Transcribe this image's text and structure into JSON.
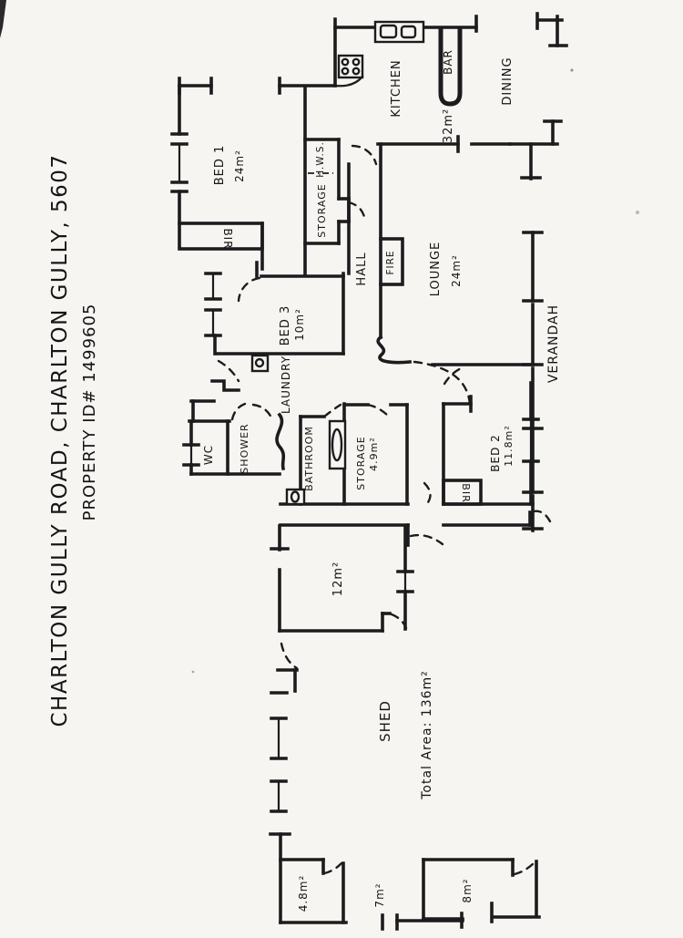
{
  "meta": {
    "paper_color": "#f6f5f1",
    "ink_color": "#1c1c1e"
  },
  "title": {
    "address": "CHARLTON GULLY ROAD, CHARLTON GULLY, 5607",
    "property_id": "PROPERTY ID# 1499605"
  },
  "rooms": {
    "bed1": {
      "name": "BED 1",
      "area": "24m²"
    },
    "bed2": {
      "name": "BED 2",
      "area": "11.8m²"
    },
    "bed3": {
      "name": "BED 3",
      "area": "10m²"
    },
    "kitchen": {
      "name": "KITCHEN"
    },
    "bar": {
      "name": "BAR",
      "area": "32m²"
    },
    "dining": {
      "name": "DINING"
    },
    "lounge": {
      "name": "LOUNGE",
      "area": "24m²"
    },
    "hall": {
      "name": "HALL"
    },
    "fireplace": {
      "name": "FIRE"
    },
    "storage_closet": {
      "name": "STORAGE",
      "hws": "H.W.S."
    },
    "laundry": {
      "name": "LAUNDRY"
    },
    "wc": {
      "name": "WC"
    },
    "shower": {
      "name": "SHOWER"
    },
    "bathroom": {
      "name": "BATHROOM"
    },
    "storage_room": {
      "name": "STORAGE",
      "area": "4.9m²"
    },
    "bir_bed1": {
      "name": "BIR"
    },
    "bir_bed2": {
      "name": "BIR"
    },
    "verandah": {
      "name": "VERANDAH"
    },
    "utility_room": {
      "area": "12m²"
    },
    "shed": {
      "name": "SHED",
      "total_area": "Total Area: 136m²"
    },
    "shed_room_a": {
      "area": "4.8m²"
    },
    "carport_bay": {
      "area": "7m²"
    },
    "shed_room_b": {
      "area": "8m²"
    }
  }
}
